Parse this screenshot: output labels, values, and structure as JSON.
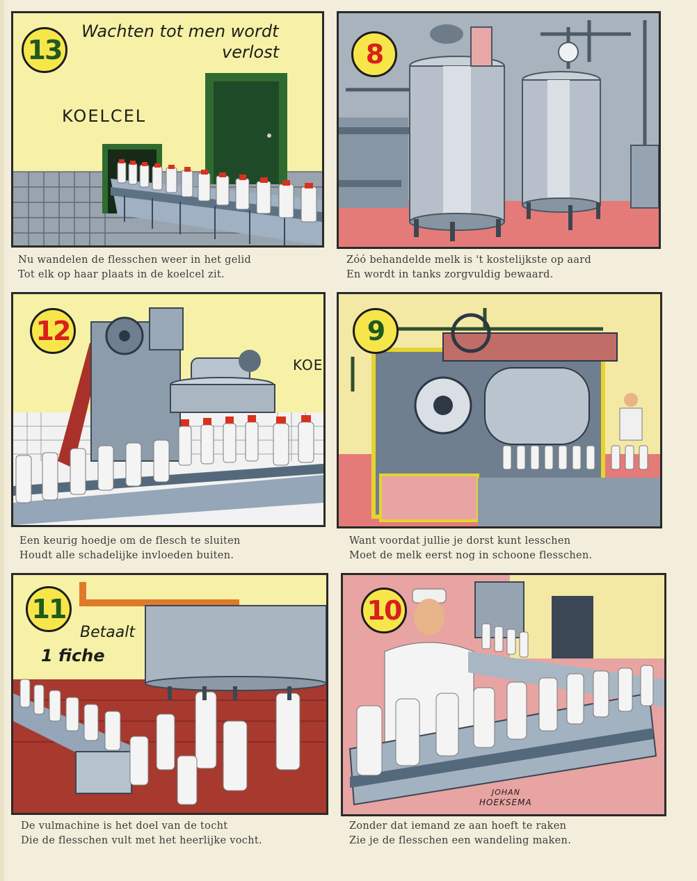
{
  "colors": {
    "paper": "#f3eedb",
    "badge_yellow": "#f7e64a",
    "num_green": "#1f5a1f",
    "num_red": "#d8201c"
  },
  "panels": [
    {
      "number": "13",
      "number_color": "#1f5a1f",
      "heading_line1": "Wachten tot men wordt",
      "heading_line2": "verlost",
      "sign": "KOELCEL",
      "caption_line1": "Nu wandelen de flesschen weer in het gelid",
      "caption_line2": "Tot elk op haar plaats in de koelcel zit."
    },
    {
      "number": "8",
      "number_color": "#d8201c",
      "caption_line1": "Zóó behandelde melk is 't kostelijkste op aard",
      "caption_line2": "En wordt in tanks zorgvuldig bewaard."
    },
    {
      "number": "12",
      "number_color": "#d8201c",
      "sign": "KOE",
      "caption_line1": "Een keurig hoedje om de flesch te sluiten",
      "caption_line2": "Houdt alle schadelijke invloeden buiten."
    },
    {
      "number": "9",
      "number_color": "#1f5a1f",
      "caption_line1": "Want voordat jullie je dorst kunt lesschen",
      "caption_line2": "Moet de melk eerst nog in schoone flesschen."
    },
    {
      "number": "11",
      "number_color": "#1f5a1f",
      "heading_line1": "Betaalt",
      "heading_line2": "1 fiche",
      "caption_line1": "De vulmachine is het doel van de tocht",
      "caption_line2": "Die de flesschen vult met het heerlijke vocht."
    },
    {
      "number": "10",
      "number_color": "#d8201c",
      "signature_line1": "JOHAN",
      "signature_line2": "HOEKSEMA",
      "caption_line1": "Zonder dat iemand ze aan hoeft te raken",
      "caption_line2": "Zie je de flesschen een wandeling maken."
    }
  ]
}
